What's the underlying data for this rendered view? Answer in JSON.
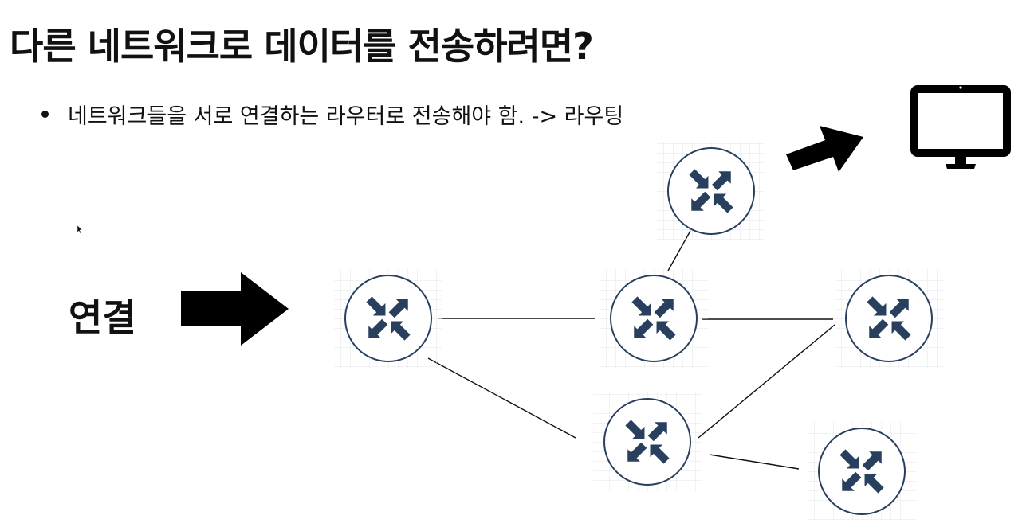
{
  "slide": {
    "title": "다른 네트워크로 데이터를 전송하려면?",
    "bullet": "네트워크들을 서로 연결하는 라우터로 전송해야 함. -> 라우팅",
    "side_label": "연결"
  },
  "icons": {
    "router": "router-icon",
    "monitor": "monitor-icon",
    "arrow": "arrow-icon",
    "cursor": "mouse-cursor-icon"
  },
  "colors": {
    "router_arrow": "#283f5e",
    "router_stroke": "#283f5e",
    "line": "#111111",
    "grid": "#e3e6ea"
  }
}
